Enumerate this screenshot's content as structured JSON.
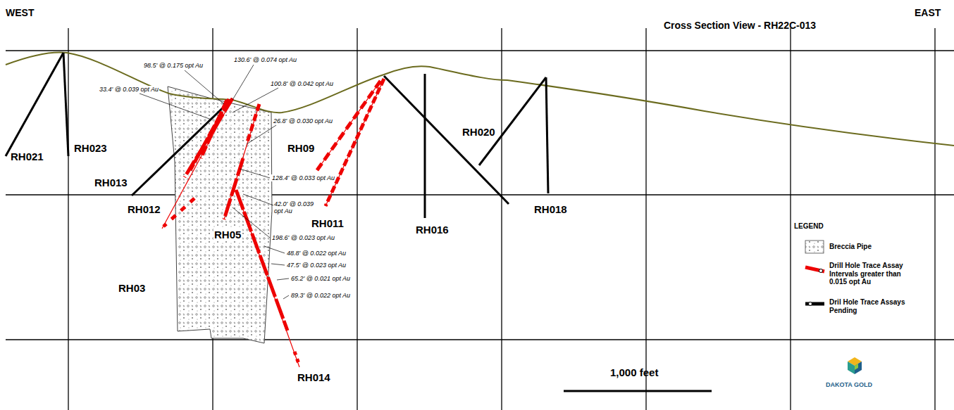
{
  "diagram": {
    "title": "Cross Section View - RH22C-013",
    "labels": [
      "WEST",
      "EAST",
      "RH021",
      "RH023",
      "RH013",
      "RH012",
      "RH03",
      "RH05",
      "RH09",
      "RH011",
      "RH014",
      "RH016",
      "RH020",
      "RH018",
      "98.5' @ 0.175 opt Au",
      "130.6' @ 0.074 opt Au",
      "33.4' @ 0.039 opt Au",
      "100.8' @ 0.042 opt Au",
      "26.8' @ 0.030 opt Au",
      "128.4' @ 0.033 opt Au",
      "42.0' @ 0.039 opt Au",
      "198.6' @ 0.023 opt Au",
      "48.8' @ 0.022 opt Au",
      "47.5' @ 0.023 opt Au",
      "65.2' @ 0.021 opt Au",
      "89.3' @ 0.022 opt Au",
      "LEGEND",
      "1,000 feet",
      "DAKOTA GOLD"
    ],
    "legend": [
      {
        "text": "Breccia Pipe"
      },
      {
        "text": "Drill Hole Trace Assay Intervals greater than 0.015 opt Au"
      },
      {
        "text": "Dril Hole Trace Assays Pending"
      }
    ]
  }
}
